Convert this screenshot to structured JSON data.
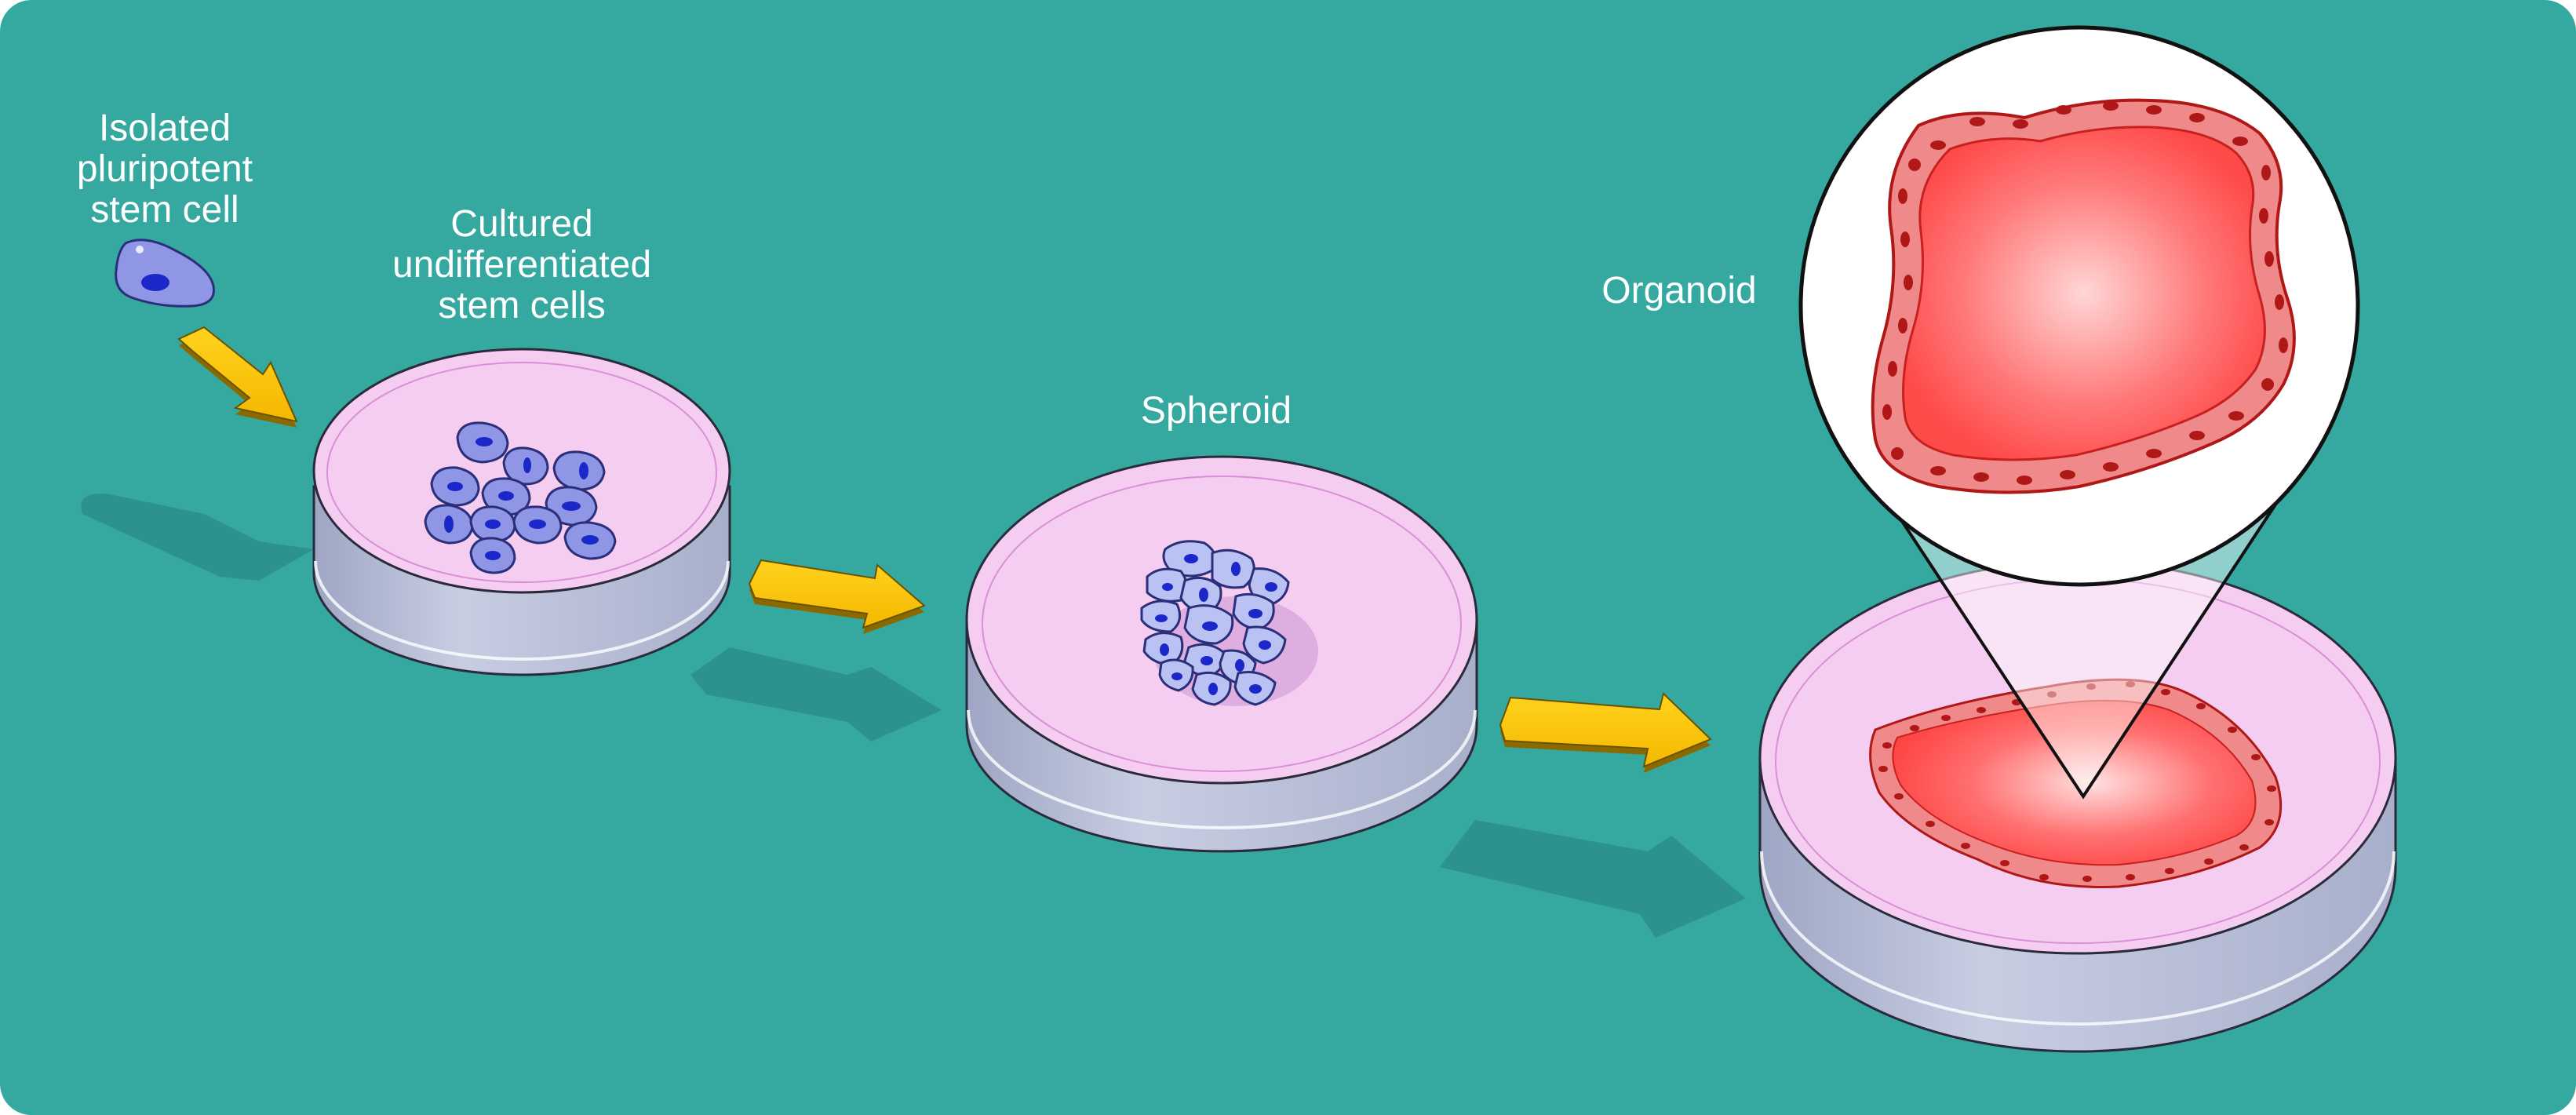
{
  "labels": {
    "isolated": [
      "Isolated",
      "pluripotent",
      "stem cell"
    ],
    "cultured": [
      "Cultured",
      "undifferentiated",
      "stem cells"
    ],
    "spheroid": "Spheroid",
    "organoid": "Organoid"
  },
  "colors": {
    "background": "#35a8a0",
    "shadow": "#2b8f88",
    "arrow": "#ffc800",
    "arrow_edge": "#8a6a00",
    "dish_wall": "#b9bfd6",
    "medium": "#f5cdf1",
    "cell_fill": "#8f96e6",
    "cell_nucleus": "#1b27c8",
    "spheroid_cell": "#b9c2f2",
    "organoid_lumen": "#ff5a5a",
    "organoid_cells": "#f08a8a",
    "organoid_nucleus": "#b01818"
  },
  "icons": [
    "stem-cell-icon",
    "arrow-icon",
    "petri-dish-icon",
    "magnifier-callout-icon"
  ]
}
